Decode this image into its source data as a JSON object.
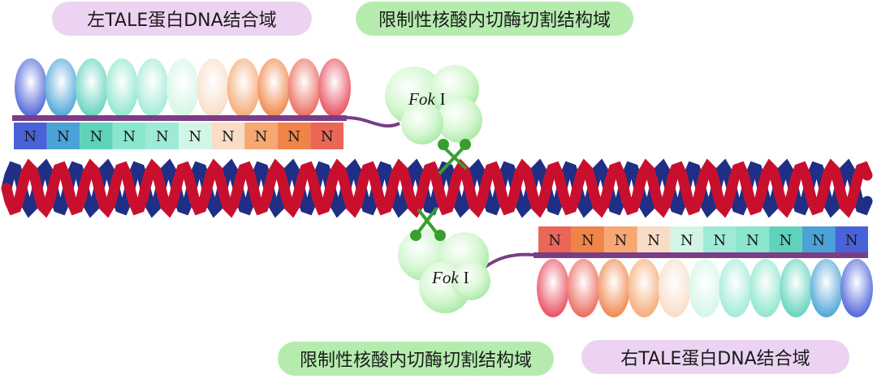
{
  "labels": {
    "left_tale": "左TALE蛋白DNA结合域",
    "top_foki": "限制性核酸内切酶切割结构域",
    "bottom_foki": "限制性核酸内切酶切割结构域",
    "right_tale": "右TALE蛋白DNA结合域"
  },
  "foki": {
    "name": "Fok",
    "roman": "I"
  },
  "left_tale": {
    "bases": [
      "N",
      "N",
      "N",
      "N",
      "N",
      "N",
      "N",
      "N",
      "N",
      "N"
    ],
    "repeat_colors": [
      "#4a62d8",
      "#4aa2d6",
      "#5fd2bc",
      "#8ae6cc",
      "#9eead6",
      "#d2f6e6",
      "#f8dcc6",
      "#f6a772",
      "#f08448",
      "#ea6758",
      "#e84a5a"
    ]
  },
  "right_tale": {
    "bases": [
      "N",
      "N",
      "N",
      "N",
      "N",
      "N",
      "N",
      "N",
      "N",
      "N"
    ],
    "repeat_colors": [
      "#e84a5a",
      "#ea6758",
      "#f08448",
      "#f6a772",
      "#f8dcc6",
      "#d2f6e6",
      "#9eead6",
      "#8ae6cc",
      "#5fd2bc",
      "#4aa2d6",
      "#4a62d8"
    ]
  },
  "colors": {
    "dna_red": "#c8102e",
    "dna_blue": "#1e2f85",
    "linker": "#7a3d86",
    "foki_body": "#b6efb2",
    "cleavage_green": "#3a9e2e",
    "label_pink": "#ecd3f1",
    "label_green": "#b5ecae"
  }
}
